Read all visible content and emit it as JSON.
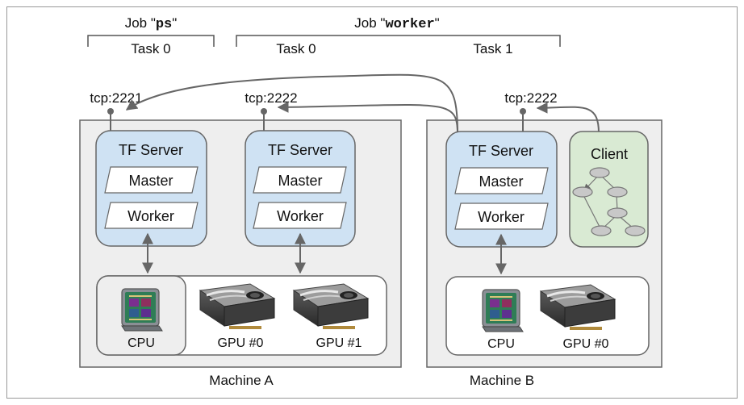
{
  "jobs": {
    "ps": {
      "prefix": "Job \"",
      "name": "ps",
      "suffix": "\"",
      "tasks": [
        "Task 0"
      ]
    },
    "worker": {
      "prefix": "Job \"",
      "name": "worker",
      "suffix": "\"",
      "tasks": [
        "Task 0",
        "Task 1"
      ]
    }
  },
  "ports": [
    "tcp:2221",
    "tcp:2222",
    "tcp:2222"
  ],
  "servers": [
    {
      "title": "TF Server",
      "master": "Master",
      "worker": "Worker"
    },
    {
      "title": "TF Server",
      "master": "Master",
      "worker": "Worker"
    },
    {
      "title": "TF Server",
      "master": "Master",
      "worker": "Worker"
    }
  ],
  "client": {
    "label": "Client"
  },
  "devices": {
    "machine_a": [
      "CPU",
      "GPU #0",
      "GPU #1"
    ],
    "machine_b": [
      "CPU",
      "GPU #0"
    ]
  },
  "machines": {
    "a": "Machine A",
    "b": "Machine B"
  },
  "colors": {
    "server_fill": "#cfe2f3",
    "client_fill": "#d9ead3",
    "machine_fill": "#eeeeee",
    "line": "#666666"
  }
}
